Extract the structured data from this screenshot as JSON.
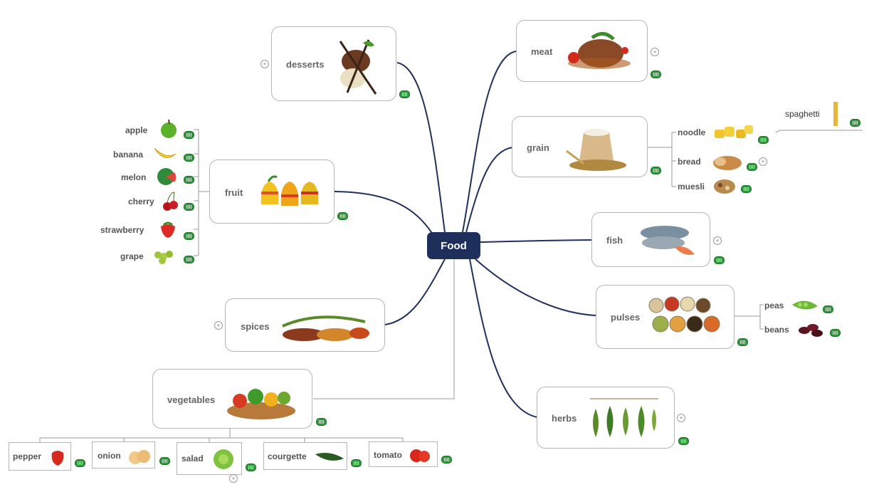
{
  "root": {
    "label": "Food"
  },
  "nodes": {
    "desserts": "desserts",
    "meat": "meat",
    "grain": "grain",
    "fruit": "fruit",
    "fish": "fish",
    "spices": "spices",
    "pulses": "pulses",
    "vegetables": "vegetables",
    "herbs": "herbs"
  },
  "fruit_items": [
    "apple",
    "banana",
    "melon",
    "cherry",
    "strawberry",
    "grape"
  ],
  "grain_items": [
    "noodle",
    "bread",
    "muesli"
  ],
  "noodle_child": "spaghetti",
  "pulses_items": [
    "peas",
    "beans"
  ],
  "vegetable_items": [
    "pepper",
    "onion",
    "salad",
    "courgette",
    "tomato"
  ],
  "colors": {
    "root": "#1f2f5c",
    "branch": "#1f2f5c",
    "badge": "#2e9a3c"
  }
}
